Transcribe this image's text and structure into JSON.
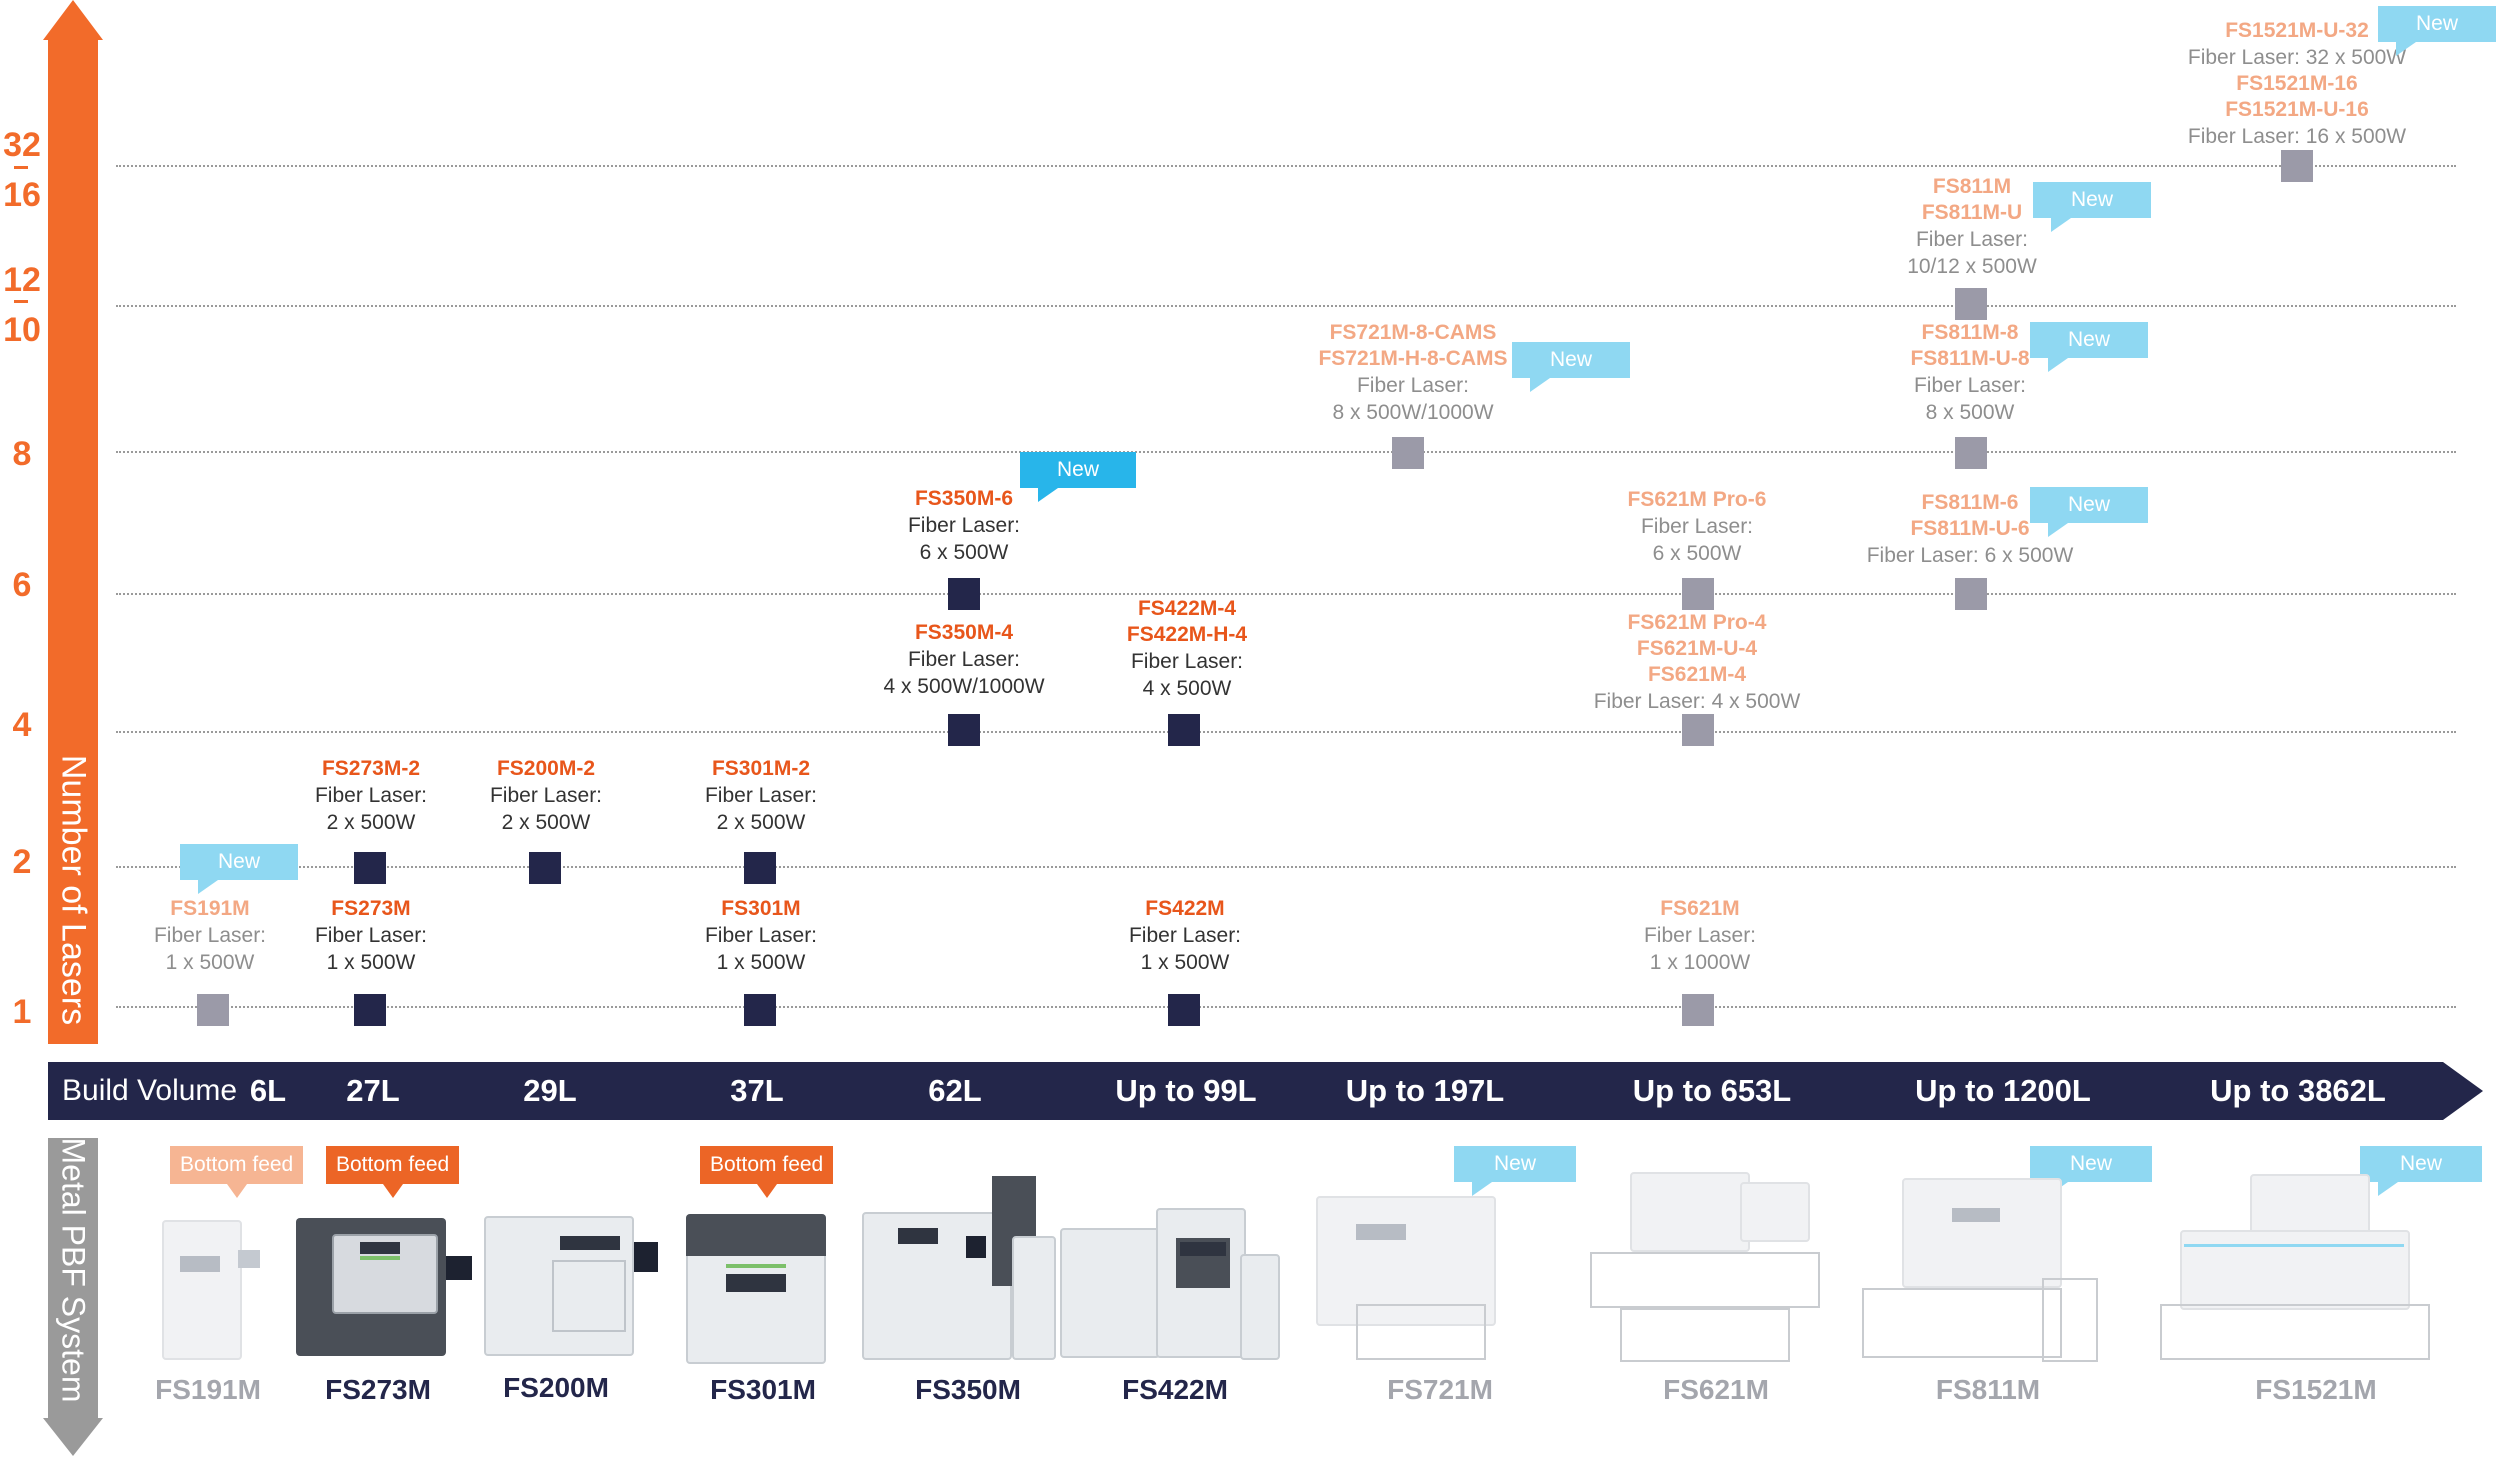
{
  "axis": {
    "lasers_label": "Number of Lasers",
    "system_label": "Metal PBF System",
    "ticks": {
      "t1": "1",
      "t2": "2",
      "t4": "4",
      "t6": "6",
      "t8": "8",
      "t10": "10",
      "t12": "12",
      "t16": "16",
      "t32": "32"
    }
  },
  "build_volume": {
    "label": "Build Volume",
    "values": [
      "6L",
      "27L",
      "29L",
      "37L",
      "62L",
      "Up to 99L",
      "Up to 197L",
      "Up to 653L",
      "Up to 1200L",
      "Up to 3862L"
    ]
  },
  "new_label": "New",
  "feed": {
    "fs191m": "Bottom feed",
    "fs273m": "Bottom feed",
    "fs301m": "Bottom feed"
  },
  "products": {
    "fs191m_1": {
      "name": "FS191M",
      "l1": "Fiber Laser:",
      "l2": "1 x 500W"
    },
    "fs273m_1": {
      "name": "FS273M",
      "l1": "Fiber Laser:",
      "l2": "1 x 500W"
    },
    "fs273m_2": {
      "name": "FS273M-2",
      "l1": "Fiber Laser:",
      "l2": "2 x 500W"
    },
    "fs200m_2": {
      "name": "FS200M-2",
      "l1": "Fiber Laser:",
      "l2": "2 x 500W"
    },
    "fs301m_1": {
      "name": "FS301M",
      "l1": "Fiber Laser:",
      "l2": "1 x 500W"
    },
    "fs301m_2": {
      "name": "FS301M-2",
      "l1": "Fiber Laser:",
      "l2": "2 x 500W"
    },
    "fs350m_4": {
      "name": "FS350M-4",
      "l1": "Fiber Laser:",
      "l2": "4 x 500W/1000W"
    },
    "fs350m_6": {
      "name": "FS350M-6",
      "l1": "Fiber Laser:",
      "l2": "6 x 500W"
    },
    "fs422m_1": {
      "name": "FS422M",
      "l1": "Fiber Laser:",
      "l2": "1 x 500W"
    },
    "fs422m_4": {
      "name1": "FS422M-4",
      "name2": "FS422M-H-4",
      "l1": "Fiber Laser:",
      "l2": "4 x 500W"
    },
    "fs721m_8": {
      "name1": "FS721M-8-CAMS",
      "name2": "FS721M-H-8-CAMS",
      "l1": "Fiber Laser:",
      "l2": "8 x 500W/1000W"
    },
    "fs621m_1": {
      "name": "FS621M",
      "l1": "Fiber Laser:",
      "l2": "1 x 1000W"
    },
    "fs621m_4": {
      "name1": "FS621M Pro-4",
      "name2": "FS621M-U-4",
      "name3": "FS621M-4",
      "l1": "Fiber Laser: 4 x 500W"
    },
    "fs621m_6": {
      "name": "FS621M Pro-6",
      "l1": "Fiber Laser:",
      "l2": "6 x 500W"
    },
    "fs811m_6": {
      "name1": "FS811M-6",
      "name2": "FS811M-U-6",
      "l1": "Fiber Laser: 6 x 500W"
    },
    "fs811m_8": {
      "name1": "FS811M-8",
      "name2": "FS811M-U-8",
      "l1": "Fiber Laser:",
      "l2": "8 x 500W"
    },
    "fs811m_12": {
      "name1": "FS811M",
      "name2": "FS811M-U",
      "l1": "Fiber Laser:",
      "l2": "10/12 x 500W"
    },
    "fs1521m_32": {
      "name1": "FS1521M-U-32",
      "l1": "Fiber Laser: 32 x 500W",
      "name2": "FS1521M-16",
      "name3": "FS1521M-U-16",
      "l2": "Fiber Laser: 16 x 500W"
    }
  },
  "machines": [
    "FS191M",
    "FS273M",
    "FS200M",
    "FS301M",
    "FS350M",
    "FS422M",
    "FS721M",
    "FS621M",
    "FS811M",
    "FS1521M"
  ],
  "colors": {
    "orange": "#f26b2a",
    "navy": "#23264a",
    "new_light": "#8fd8f2",
    "new_bright": "#28b5ea",
    "gray_arrow": "#9a9a9a"
  }
}
